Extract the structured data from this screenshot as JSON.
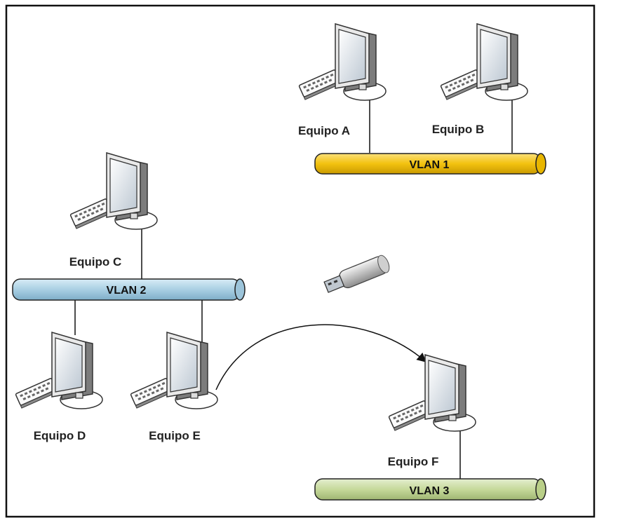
{
  "computers": [
    {
      "id": "A",
      "label": "Equipo A"
    },
    {
      "id": "B",
      "label": "Equipo B"
    },
    {
      "id": "C",
      "label": "Equipo C"
    },
    {
      "id": "D",
      "label": "Equipo D"
    },
    {
      "id": "E",
      "label": "Equipo E"
    },
    {
      "id": "F",
      "label": "Equipo F"
    }
  ],
  "vlans": [
    {
      "id": "vlan1",
      "label": "VLAN 1",
      "color": "#f3c20f"
    },
    {
      "id": "vlan2",
      "label": "VLAN 2",
      "color": "#a9cfe3"
    },
    {
      "id": "vlan3",
      "label": "VLAN 3",
      "color": "#c6d99a"
    }
  ],
  "transfer": {
    "icon": "usb-drive-icon",
    "from": "E",
    "to": "F"
  }
}
